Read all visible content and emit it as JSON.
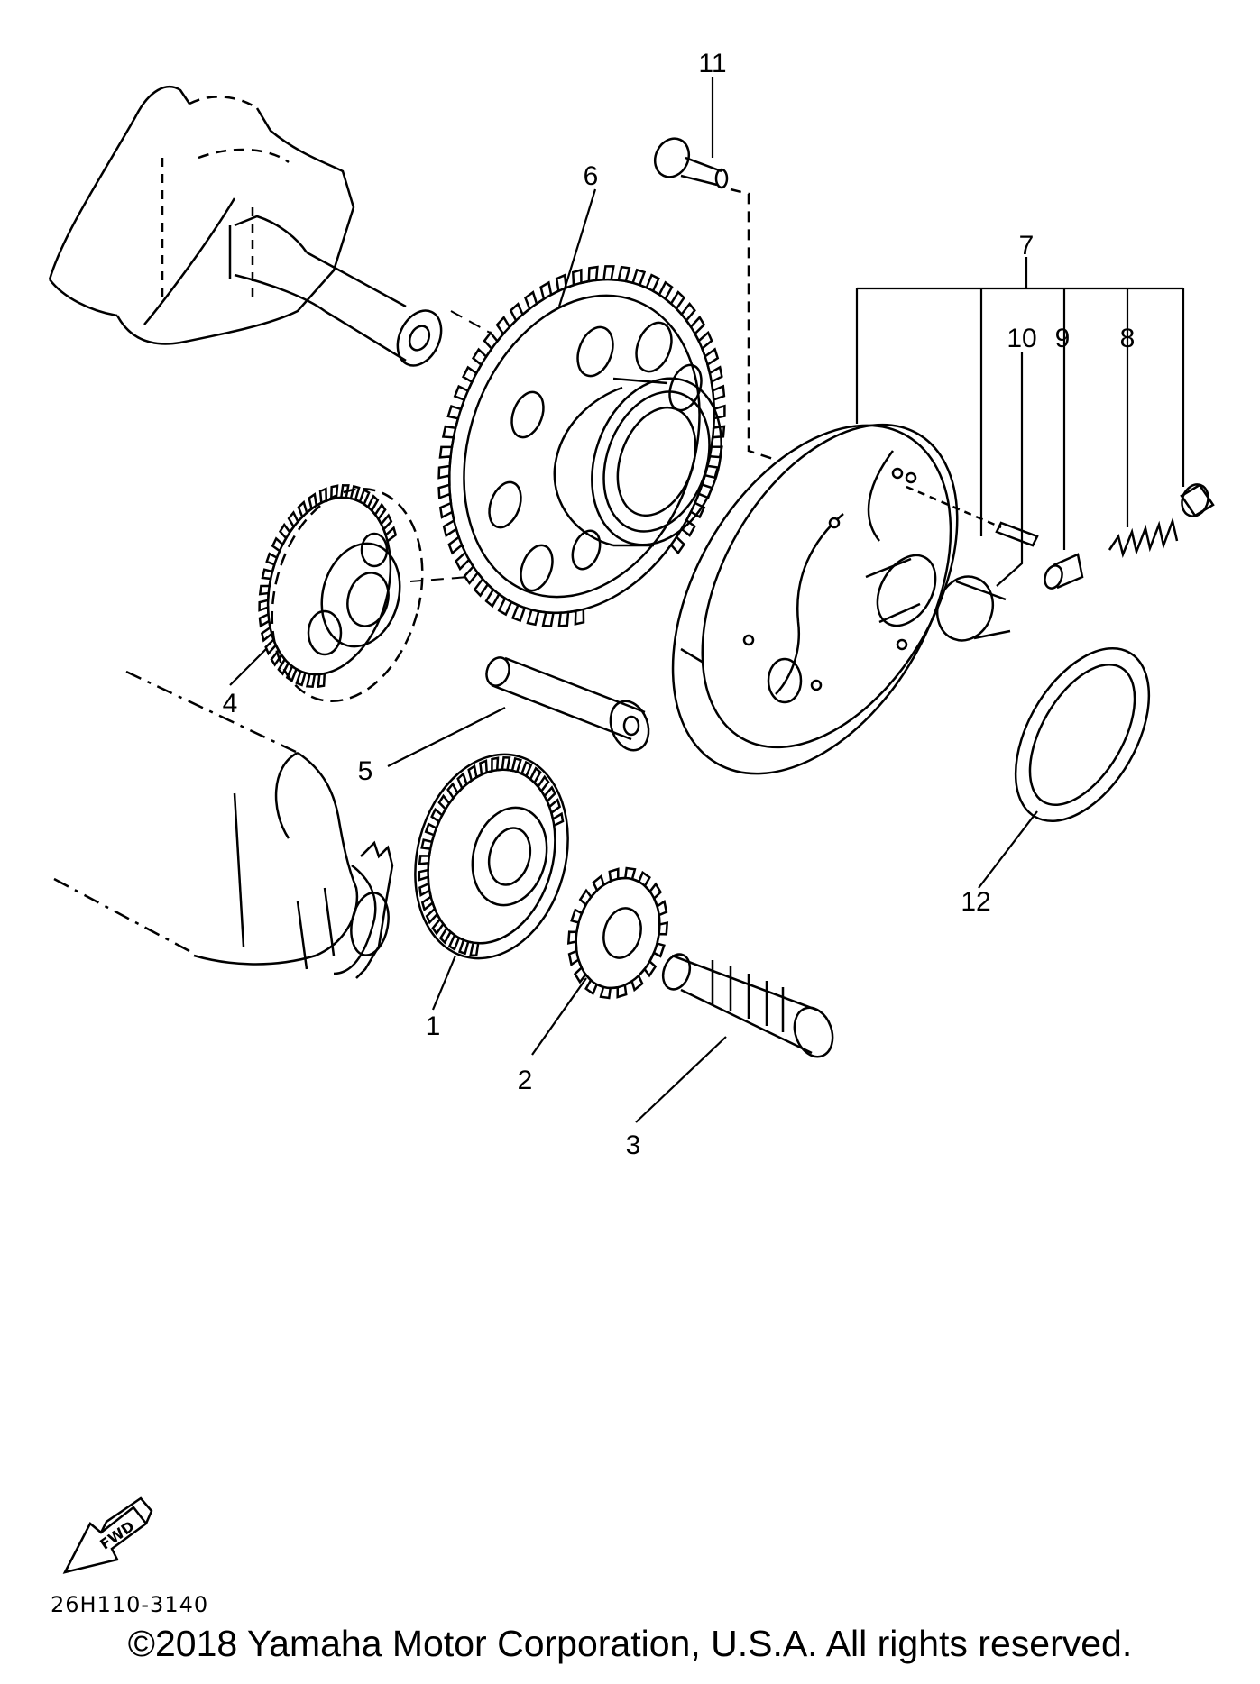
{
  "diagram": {
    "part_labels": {
      "p1": "1",
      "p2": "2",
      "p3": "3",
      "p4": "4",
      "p5": "5",
      "p6": "6",
      "p7": "7",
      "p8": "8",
      "p9": "9",
      "p10": "10",
      "p11": "11",
      "p12": "12"
    },
    "fwd_label": "FWD",
    "diagram_code": "26H110-3140",
    "copyright": "©2018 Yamaha Motor Corporation, U.S.A. All rights reserved."
  },
  "colors": {
    "line": "#000000",
    "background": "#ffffff"
  }
}
